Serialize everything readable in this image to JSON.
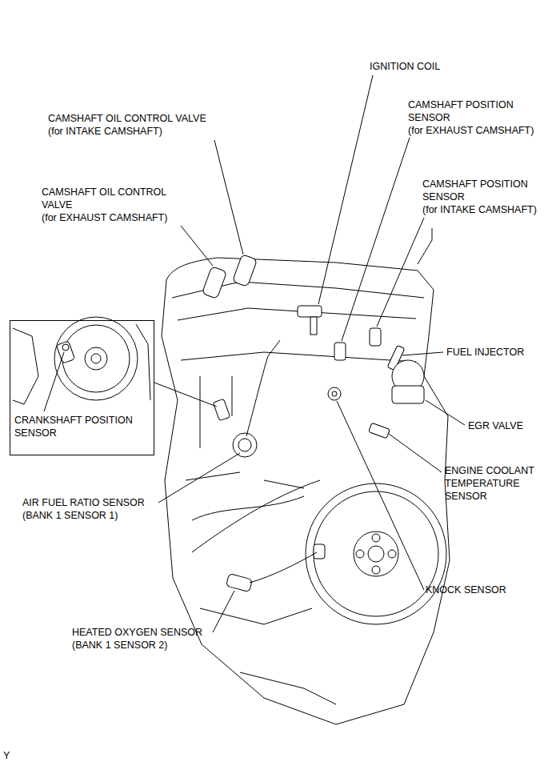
{
  "diagram": {
    "nodes": [
      {
        "text": [
          "CRANKSHAFT POSITION SENSOR"
        ]
      }
    ],
    "labels": [
      "IGNITION COIL",
      "CAMSHAFT OIL CONTROL VALVE (for INTAKE CAMSHAFT)",
      "CAMSHAFT POSITION SENSOR (for EXHAUST CAMSHAFT)",
      "CAMSHAFT OIL CONTROL VALVE (for EXHAUST CAMSHAFT)",
      "CAMSHAFT POSITION SENSOR (for INTAKE CAMSHAFT)",
      "FUEL INJECTOR",
      "EGR VALVE",
      "ENGINE COOLANT TEMPERATURE SENSOR",
      "AIR FUEL RATIO SENSOR (BANK 1 SENSOR 1)",
      "KNOCK SENSOR",
      "HEATED OXYGEN SENSOR (BANK 1 SENSOR 2)",
      "Y"
    ]
  }
}
